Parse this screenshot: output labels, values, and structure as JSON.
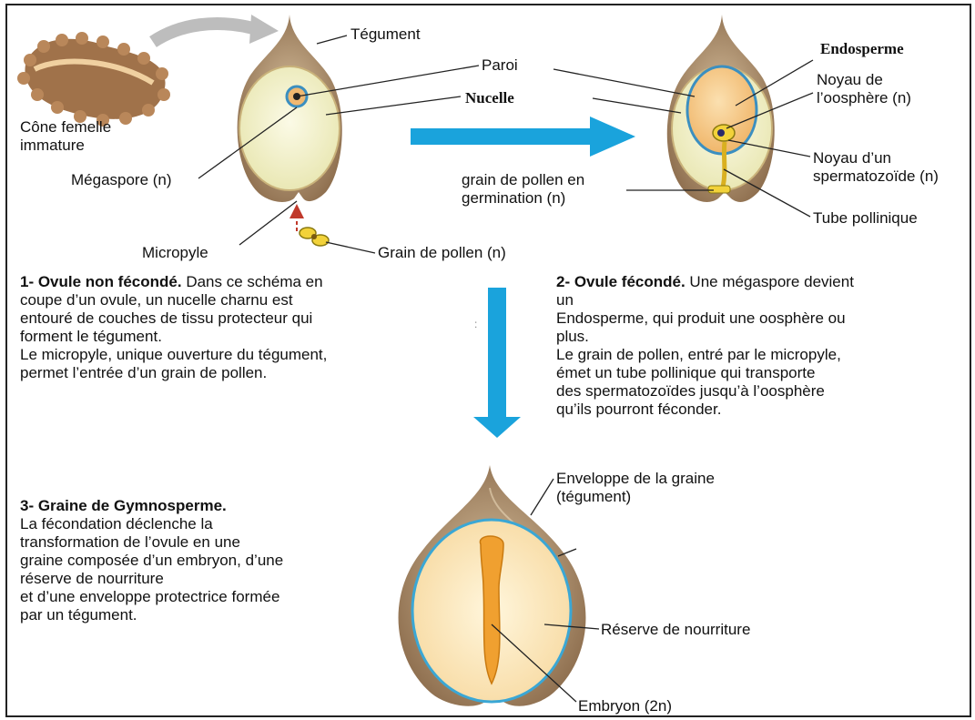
{
  "labels": {
    "tegument": "Tégument",
    "paroi": "Paroi",
    "nucelle": "Nucelle",
    "cone_line1": "Cône femelle",
    "cone_line2": "immature",
    "megaspore": "Mégaspore (n)",
    "micropyle": "Micropyle",
    "grain_pollen": "Grain de pollen (n)",
    "endosperme": "Endosperme",
    "noyau_oosphere_1": "Noyau de",
    "noyau_oosphere_2": "l’oosphère (n)",
    "noyau_sperm_1": "Noyau d’un",
    "noyau_sperm_2": "spermatozoïde (n)",
    "germination_1": "grain de pollen en",
    "germination_2": "germination  (n)",
    "tube_pollinique": "Tube pollinique",
    "enveloppe_1": "Enveloppe de la graine",
    "enveloppe_2": "(tégument)",
    "reserve": "Réserve de nourriture",
    "embryon": "Embryon (2n)"
  },
  "captions": {
    "c1_title": "1- Ovule non fécondé.",
    "c1_l1": " Dans ce schéma en",
    "c1_l2": "coupe d’un ovule, un nucelle charnu est",
    "c1_l3": "entouré de couches de tissu protecteur qui",
    "c1_l4": "forment le tégument.",
    "c1_l5": "Le micropyle, unique ouverture du tégument,",
    "c1_l6": "permet l’entrée d’un grain de pollen.",
    "c2_title": "2- Ovule fécondé.",
    "c2_l1": " Une mégaspore devient",
    "c2_l2": "un",
    "c2_l3": "Endosperme, qui produit une oosphère ou",
    "c2_l4": "plus.",
    "c2_l5": "Le grain de pollen, entré par le micropyle,",
    "c2_l6": "émet un tube pollinique qui transporte",
    "c2_l7": "des spermatozoïdes jusqu’à l’oosphère",
    "c2_l8": "qu’ils pourront féconder.",
    "c3_title": "3- Graine de Gymnosperme.",
    "c3_l1": "La fécondation déclenche la",
    "c3_l2": "transformation de l’ovule en une",
    "c3_l3": "graine composée d’un embryon, d’une",
    "c3_l4": "réserve de nourriture",
    "c3_l5": "et d’une enveloppe protectrice formée",
    "c3_l6": "par un tégument.",
    "stray_mark": ":"
  },
  "colors": {
    "integument": "#8a6a4a",
    "integument_light": "#c9ab86",
    "nucellus": "#f3f0c8",
    "arrow_blue": "#1aa3dc",
    "endosperm": "#f5c98a",
    "embryo": "#f0a030"
  }
}
